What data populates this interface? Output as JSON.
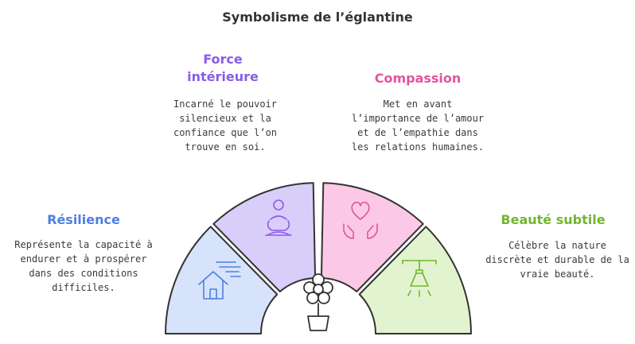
{
  "title": "Symbolisme de l’églantine",
  "segments": [
    {
      "heading": "Résilience",
      "description": "Représente la capacité à endurer et à prospérer dans des conditions difficiles.",
      "color": "#4f7fe0",
      "fill": "#d6e3fb",
      "icon": "house-wind-icon"
    },
    {
      "heading": "Force intérieure",
      "description": "Incarné le pouvoir silencieux et la confiance que l’on trouve en soi.",
      "color": "#8a5be8",
      "fill": "#d9cdfa",
      "icon": "meditation-icon"
    },
    {
      "heading": "Compassion",
      "description": "Met en avant l’importance de l’amour et de l’empathie dans les relations humaines.",
      "color": "#e0559d",
      "fill": "#fbc9e7",
      "icon": "heart-hands-icon"
    },
    {
      "heading": "Beauté subtile",
      "description": "Célèbre la nature discrète et durable de la vraie beauté.",
      "color": "#72b52f",
      "fill": "#e2f4cf",
      "icon": "lamp-icon"
    }
  ],
  "center_icon": "potted-flower-icon"
}
